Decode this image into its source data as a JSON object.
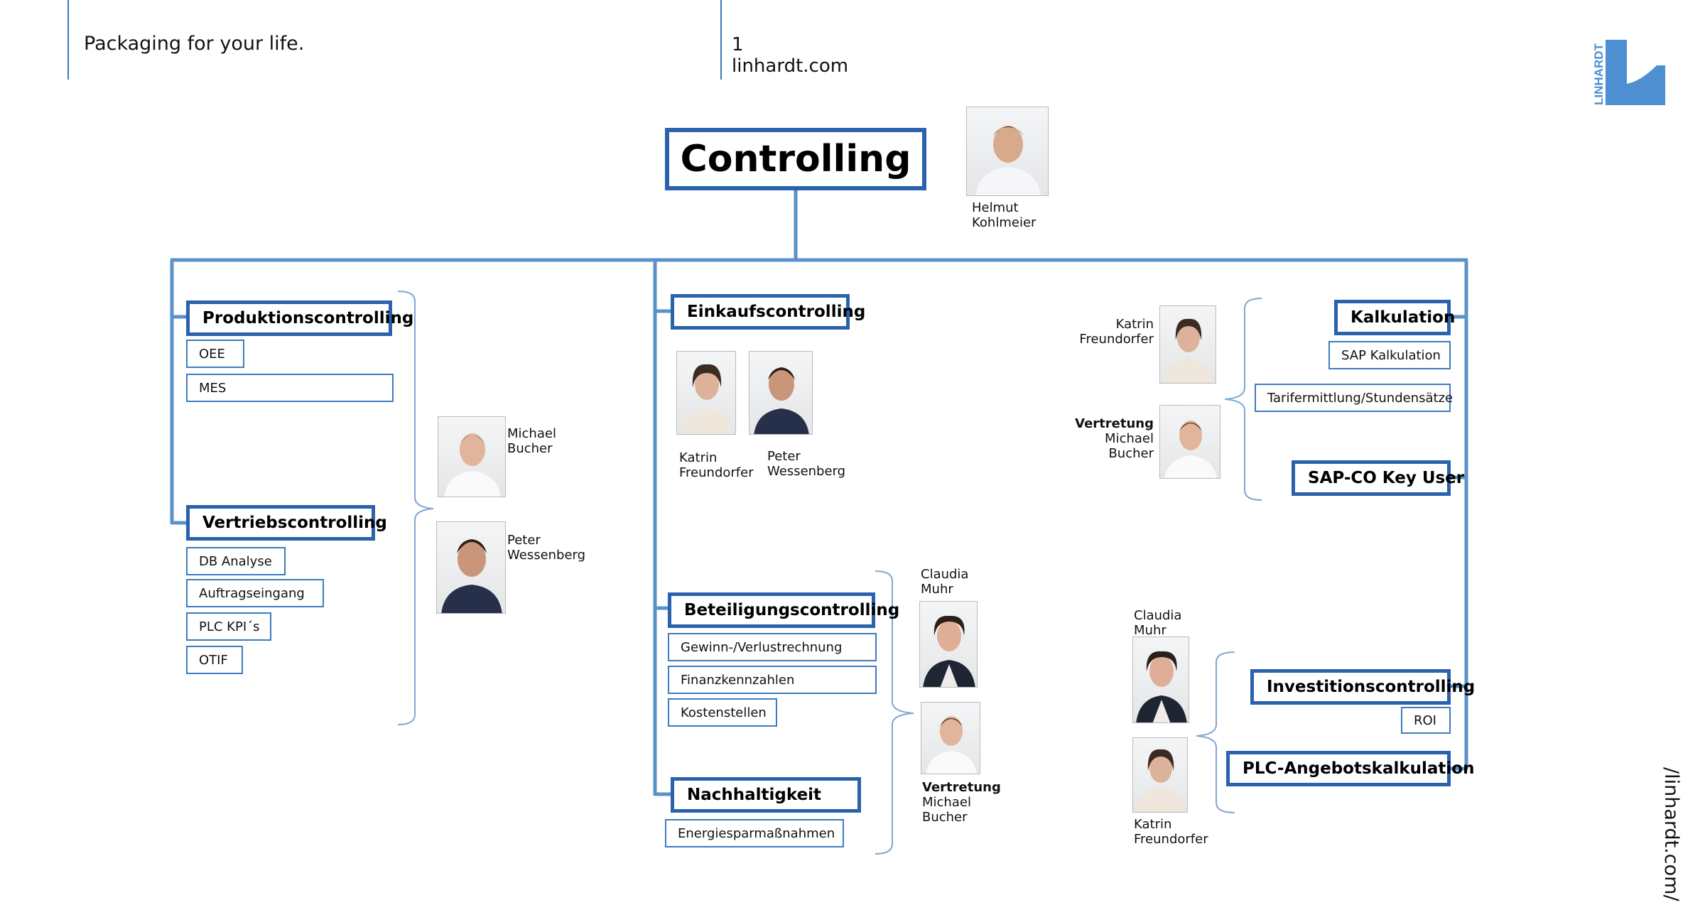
{
  "header": {
    "tagline": "Packaging for your life.",
    "page_number": "1",
    "website": "linhardt.com",
    "logo_text": "LINHARDT",
    "side_url": "/linhardt.com/"
  },
  "colors": {
    "accent": "#2a62ae",
    "line": "#3b79b4"
  },
  "title": {
    "label": "Controlling",
    "head_name": [
      "Helmut",
      "Kohlmeier"
    ]
  },
  "produktion": {
    "label": "Produktionscontrolling",
    "items": [
      "OEE",
      "MES"
    ]
  },
  "vertrieb": {
    "label": "Vertriebscontrolling",
    "items": [
      "DB Analyse",
      "Auftragseingang",
      "PLC KPI´s",
      "OTIF"
    ]
  },
  "left_people": {
    "p1": [
      "Michael",
      "Bucher"
    ],
    "p2": [
      "Peter",
      "Wessenberg"
    ]
  },
  "einkauf": {
    "label": "Einkaufscontrolling",
    "p1": [
      "Katrin",
      "Freundorfer"
    ],
    "p2": [
      "Peter",
      "Wessenberg"
    ]
  },
  "beteiligung": {
    "label": "Beteiligungscontrolling",
    "items": [
      "Gewinn-/Verlustrechnung",
      "Finanzkennzahlen",
      "Kostenstellen"
    ]
  },
  "nachhaltigkeit": {
    "label": "Nachhaltigkeit",
    "items": [
      "Energiesparmaßnahmen"
    ]
  },
  "mid_people": {
    "p1": [
      "Claudia",
      "Muhr"
    ],
    "vertretung": "Vertretung",
    "p2": [
      "Michael",
      "Bucher"
    ]
  },
  "kalkulation": {
    "label": "Kalkulation",
    "items": [
      "SAP Kalkulation",
      "Tarifermittlung/Stundensätze"
    ]
  },
  "sapco": {
    "label": "SAP-CO Key User"
  },
  "right_top_people": {
    "p1": [
      "Katrin",
      "Freundorfer"
    ],
    "vertretung": "Vertretung",
    "p2": [
      "Michael",
      "Bucher"
    ]
  },
  "investition": {
    "label": "Investitionscontrolling",
    "items": [
      "ROI"
    ]
  },
  "plc": {
    "label": "PLC-Angebotskalkulation"
  },
  "right_bottom_people": {
    "p1": [
      "Claudia",
      "Muhr"
    ],
    "p2": [
      "Katrin",
      "Freundorfer"
    ]
  }
}
